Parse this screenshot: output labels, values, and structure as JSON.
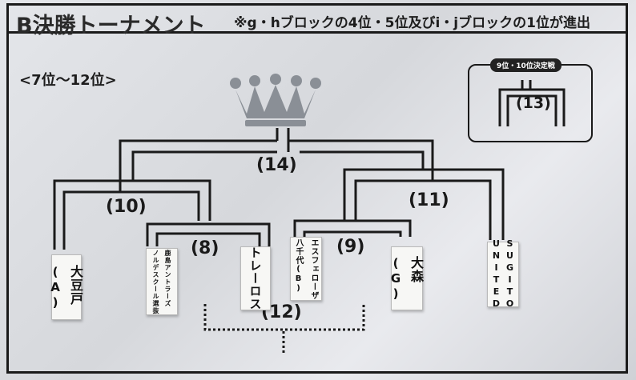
{
  "title": "B決勝トーナメント",
  "note": "※g・hブロックの4位・5位及びi・jブロックの1位が進出",
  "rank_range": "<7位～12位>",
  "mini_bracket": {
    "tag": "9位・10位決定戦",
    "match": "(13)"
  },
  "matches": {
    "m14": "(14)",
    "m10": "(10)",
    "m11": "(11)",
    "m8": "(8)",
    "m9": "(9)",
    "m12": "(12)"
  },
  "teams": {
    "t1": {
      "line1": "大豆戸",
      "line2": "(A)"
    },
    "t2": {
      "line1": "鹿島アントラーズ",
      "line2": "ノルデスクール選抜"
    },
    "t3": {
      "line1": "トレーロス"
    },
    "t4": {
      "line1": "エスフェローザ",
      "line2": "八千代(B)"
    },
    "t5": {
      "line1": "大森",
      "line2": "(G)"
    },
    "t6": {
      "line1": "SUGITO",
      "line2": "UNITED"
    }
  },
  "colors": {
    "board": "#e4e6ea",
    "ink": "#1a1a1a",
    "card": "#f7f7f5",
    "crown": "#8a8f96"
  },
  "icons": [
    "crown-icon"
  ]
}
